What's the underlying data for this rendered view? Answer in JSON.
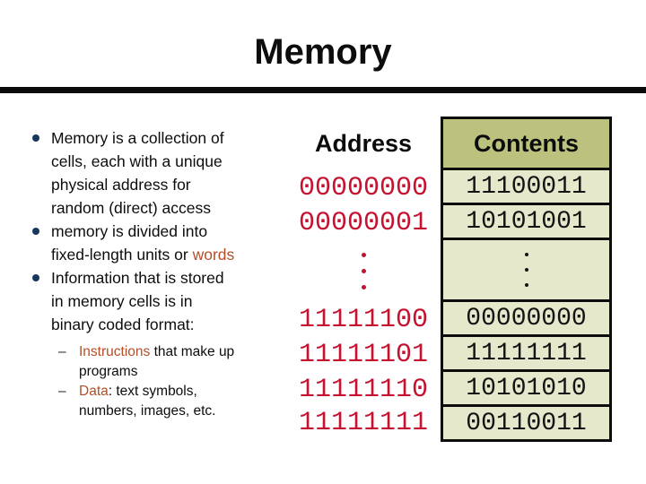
{
  "slide": {
    "title": "Memory"
  },
  "content": {
    "bullets": [
      {
        "lines": [
          "Memory is a collection of",
          "cells, each with a unique",
          "physical address for",
          "random (direct) access"
        ]
      },
      {
        "lines": [
          "memory is divided into",
          {
            "pre": "fixed-length units or ",
            "accent": "words"
          }
        ]
      },
      {
        "lines": [
          "Information that is stored",
          "in memory cells is in",
          "binary coded format:"
        ]
      }
    ],
    "sub_bullets": [
      {
        "dash": "–",
        "lines": [
          {
            "accent": "Instructions",
            "post": " that make up"
          },
          "programs"
        ]
      },
      {
        "dash": "–",
        "lines": [
          {
            "accent": "Data",
            "post": ": text symbols,"
          },
          "numbers, images, etc."
        ]
      }
    ]
  },
  "memory_table": {
    "address_header": "Address",
    "contents_header": "Contents",
    "rows": [
      {
        "address": "00000000",
        "contents": "11100011"
      },
      {
        "address": "00000001",
        "contents": "10101001"
      },
      {
        "type": "ellipsis"
      },
      {
        "address": "11111100",
        "contents": "00000000"
      },
      {
        "address": "11111101",
        "contents": "11111111"
      },
      {
        "address": "11111110",
        "contents": "10101010"
      },
      {
        "address": "11111111",
        "contents": "00110011"
      }
    ]
  },
  "colors": {
    "address_text": "#c41230",
    "accent_text": "#b34e28",
    "table_header_bg": "#bcc27e",
    "table_row_bg": "#e6e8cc",
    "bullet_marker": "#17375e"
  }
}
